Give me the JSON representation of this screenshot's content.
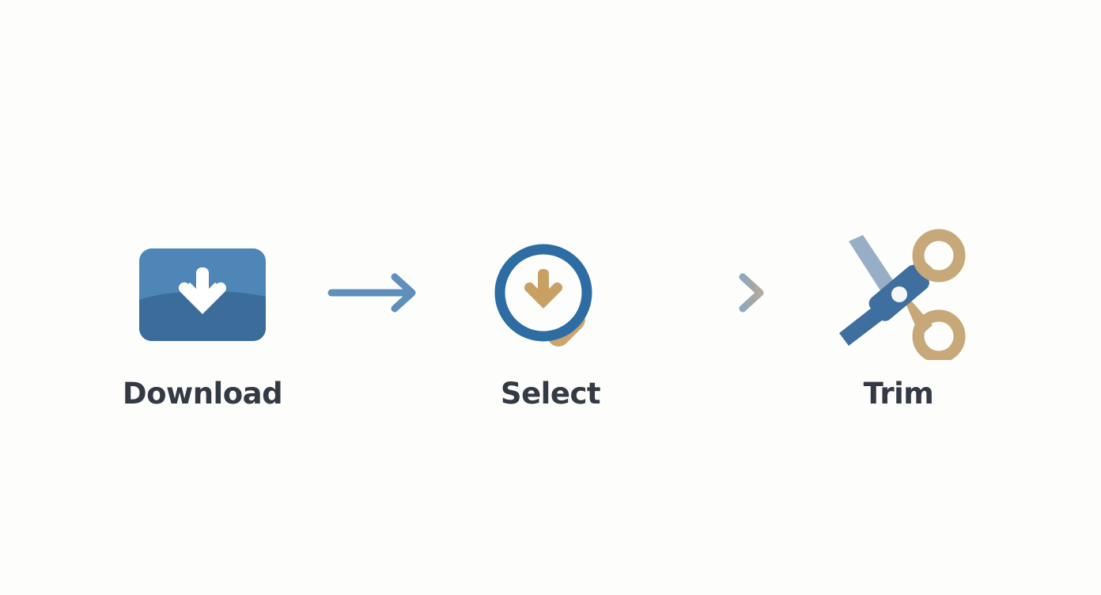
{
  "page": {
    "background_color": "#fdfdfb",
    "label_color": "#343a44"
  },
  "flow": {
    "steps": [
      {
        "id": "download",
        "label": "Download",
        "icon": "download-box-icon",
        "colors": {
          "box_top": "#4f86b8",
          "box_bottom": "#3c6c9a",
          "arrow": "#ffffff"
        }
      },
      {
        "id": "select",
        "label": "Select",
        "icon": "magnifier-download-icon",
        "colors": {
          "ring": "#2d6da4",
          "handle": "#cda56c",
          "inner_arrow": "#c9a063",
          "lens": "#fdfdfb"
        }
      },
      {
        "id": "trim",
        "label": "Trim",
        "icon": "scissors-icon",
        "colors": {
          "blade_light": "#97aec6",
          "blade_dark": "#3f6f9e",
          "handle_ring": "#c7a878",
          "pivot": "#f4f6f8"
        }
      }
    ],
    "connectors": [
      {
        "id": "arrow-download-to-select",
        "icon": "arrow-right-icon",
        "color_start": "#5f90bb",
        "color_end": "#5f90bb"
      },
      {
        "id": "arrow-select-to-trim",
        "icon": "arrow-right-icon",
        "color_start": "#8fa8bb",
        "color_end": "#b5aa9a"
      }
    ]
  }
}
